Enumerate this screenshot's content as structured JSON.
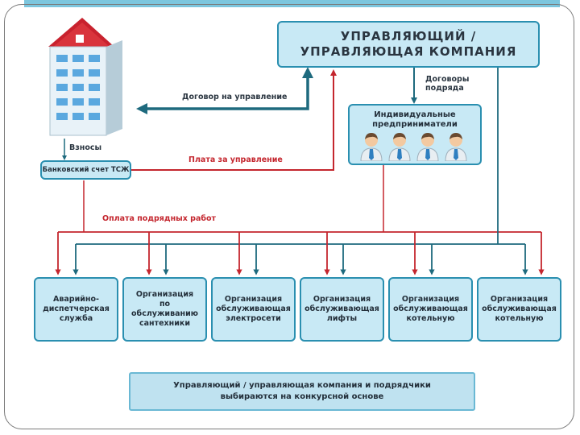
{
  "colors": {
    "teal": "#1e6a7e",
    "red": "#c4262e",
    "box_fill": "#c8e9f5",
    "box_border": "#2a8fb0"
  },
  "management_company": "УПРАВЛЯЮЩИЙ /\nУПРАВЛЯЮЩАЯ КОМПАНИЯ",
  "individual_entrepreneurs": "Индивидуальные\nпредприниматели",
  "bank_account": "Банковский счет ТСЖ",
  "labels": {
    "management_contract": "Договор на управление",
    "subcontracts": "Договоры\nподряда",
    "dues": "Взносы",
    "management_payment": "Плата за управление",
    "subcontract_payment": "Оплата подрядных работ"
  },
  "contractors": [
    "Аварийно-\nдиспетчерская\nслужба",
    "Организация\nпо\nобслуживанию\nсантехники",
    "Организация\nобслуживающая\nэлектросети",
    "Организация\nобслуживающая\nлифты",
    "Организация\nобслуживающая\nкотельную",
    "Организация\nобслуживающая\nкотельную"
  ],
  "note": "Управляющий / управляющая компания и подрядчики\nвыбираются на конкурсной основе"
}
